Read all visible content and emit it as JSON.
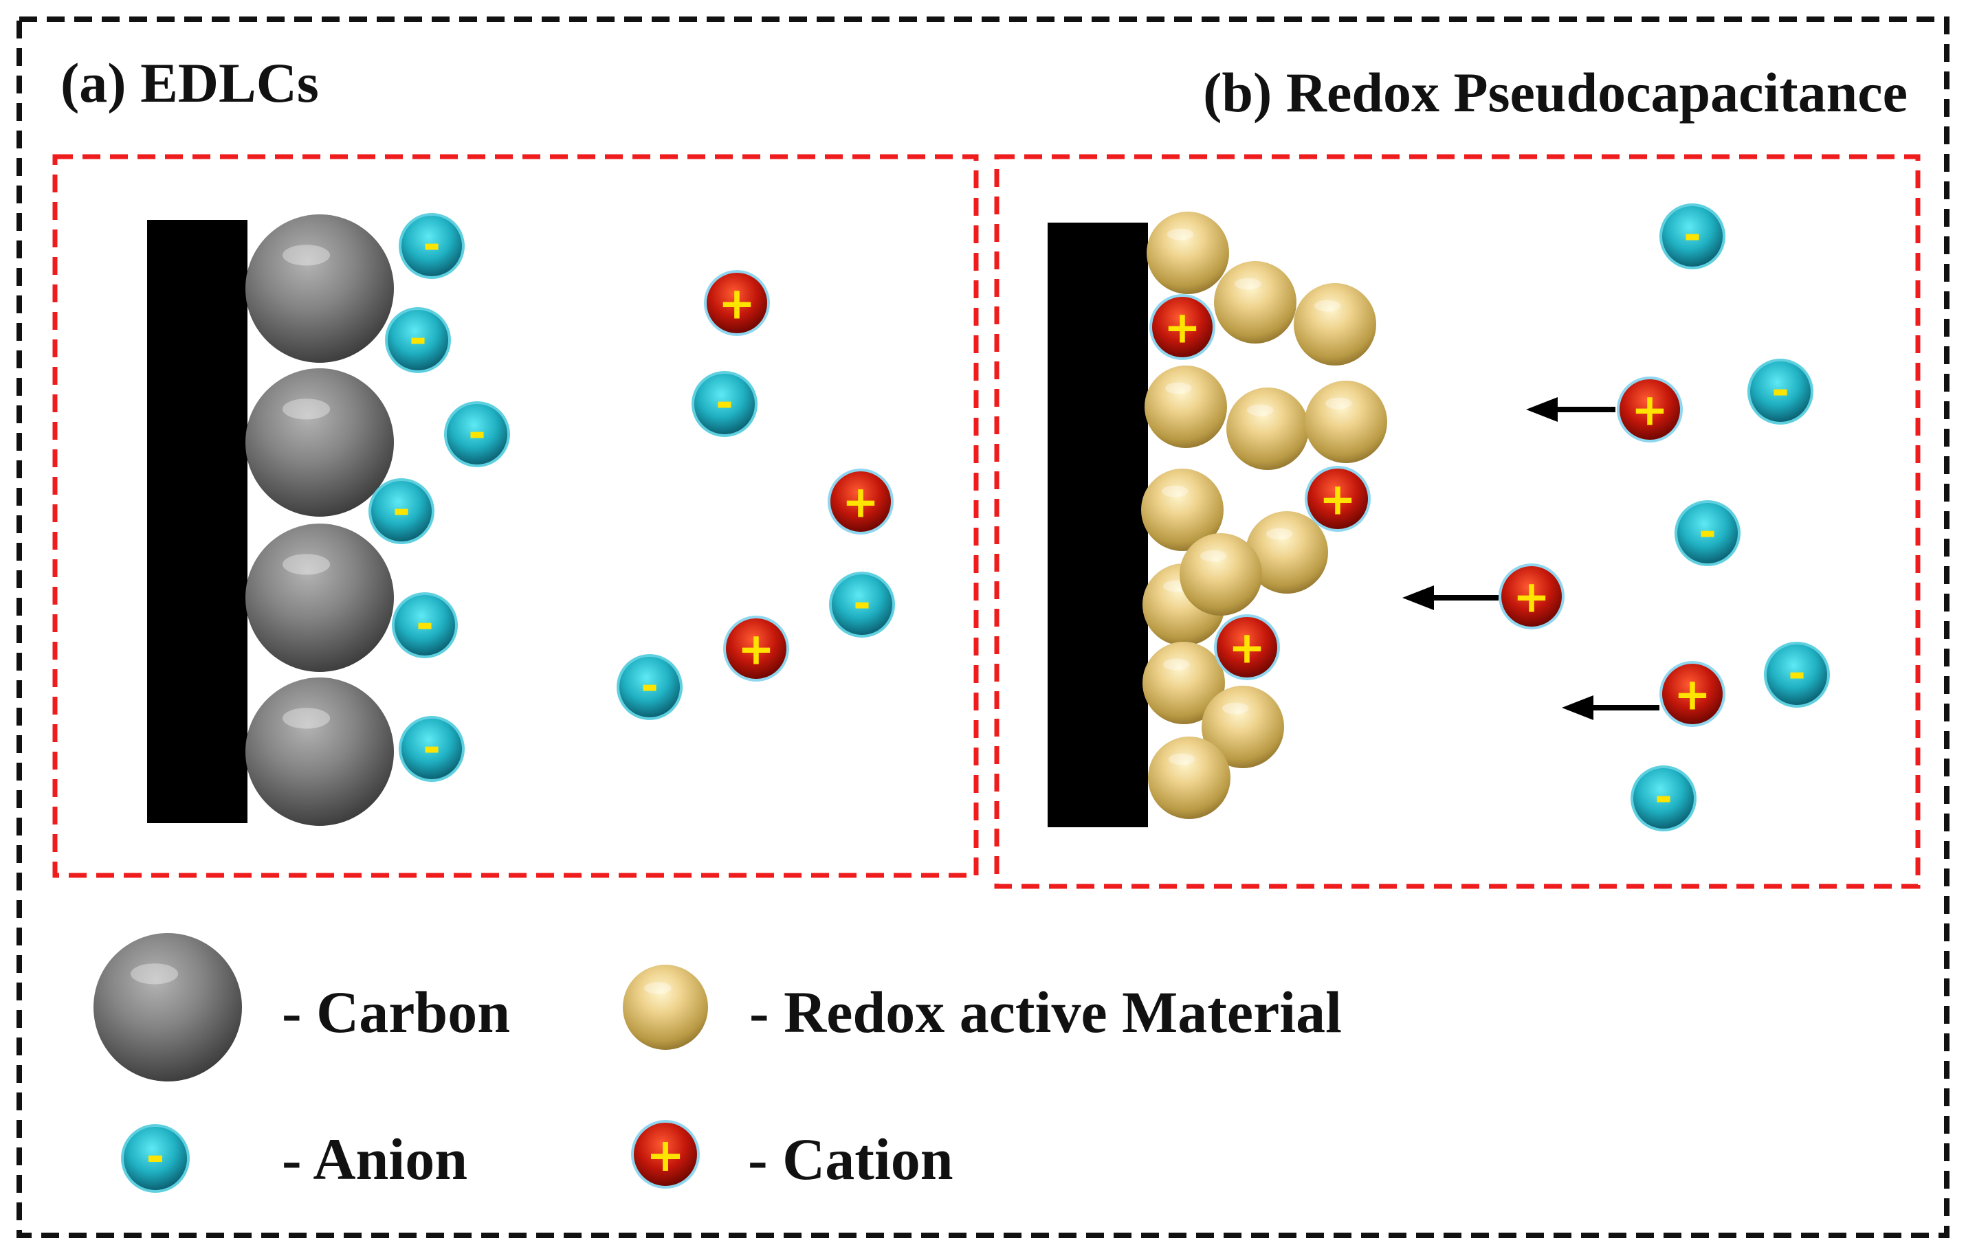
{
  "panels": {
    "a": {
      "title": "(a) EDLCs"
    },
    "b": {
      "title": "(b) Redox Pseudocapacitance"
    }
  },
  "symbols": {
    "anion": "-",
    "cation": "+"
  },
  "legend": {
    "carbon": {
      "label": "- Carbon",
      "icon": "carbon-sphere-icon"
    },
    "redox": {
      "label": "- Redox active Material",
      "icon": "redox-sphere-icon"
    },
    "anion": {
      "label": "- Anion",
      "icon": "anion-icon"
    },
    "cation": {
      "label": "- Cation",
      "icon": "cation-icon"
    }
  },
  "colors": {
    "outer_border": "#111111",
    "panel_border": "#ee1c1c",
    "electrode": "#000000",
    "carbon": "#808080",
    "redox_material": "#e0c068",
    "anion": "#1aa6b8",
    "cation": "#c0140c",
    "ion_sign": "#ffe400",
    "arrow": "#000000"
  }
}
